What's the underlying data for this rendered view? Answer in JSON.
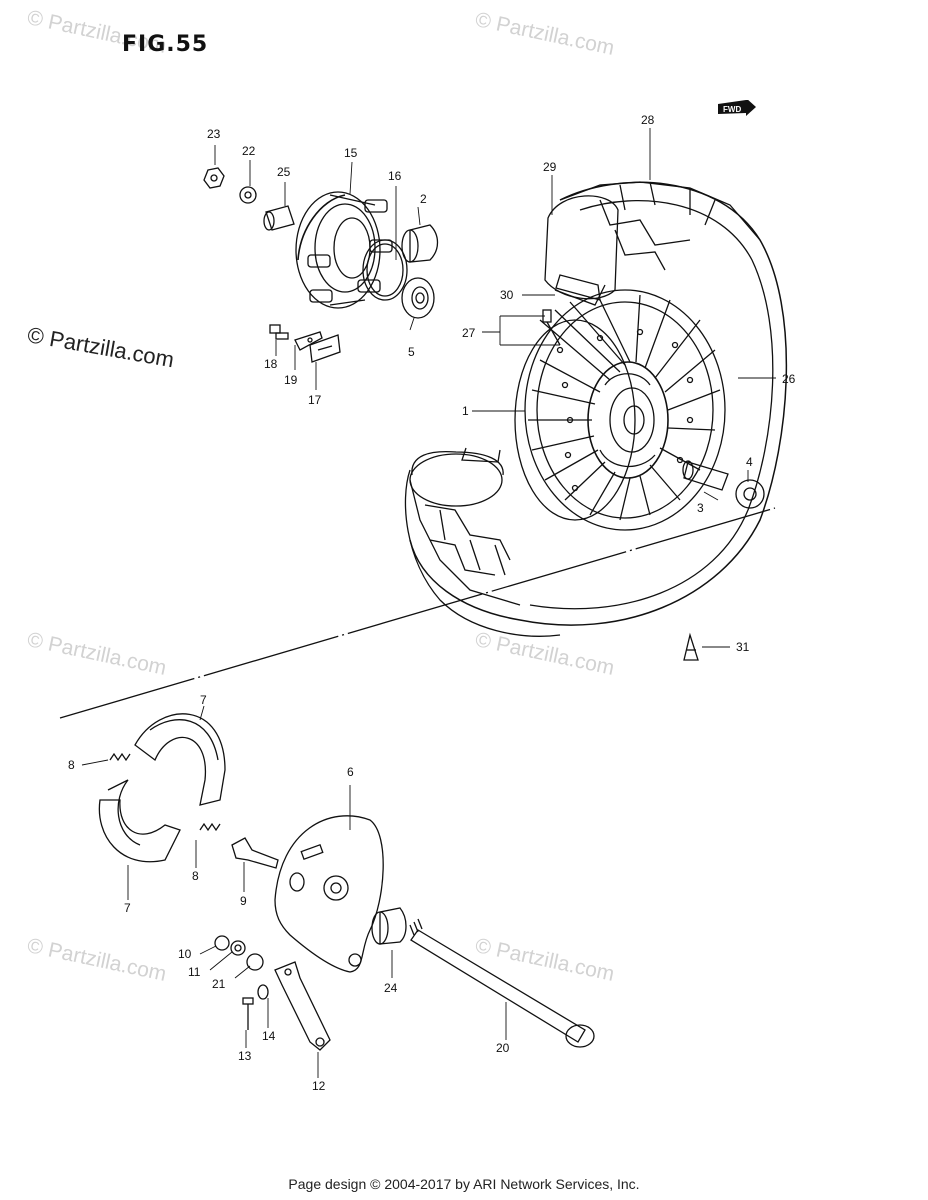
{
  "figure": {
    "title": "FIG.55"
  },
  "watermarks": {
    "text": "© Partzilla.com",
    "main_text": "© Partzilla.com"
  },
  "footer": {
    "text": "Page design © 2004-2017 by ARI Network Services, Inc."
  },
  "fwd_label": "FWD",
  "callouts": [
    "1",
    "2",
    "3",
    "4",
    "5",
    "6",
    "7",
    "7",
    "8",
    "8",
    "9",
    "10",
    "11",
    "12",
    "13",
    "14",
    "15",
    "16",
    "17",
    "18",
    "19",
    "20",
    "21",
    "22",
    "23",
    "24",
    "25",
    "26",
    "27",
    "28",
    "29",
    "30",
    "31"
  ]
}
